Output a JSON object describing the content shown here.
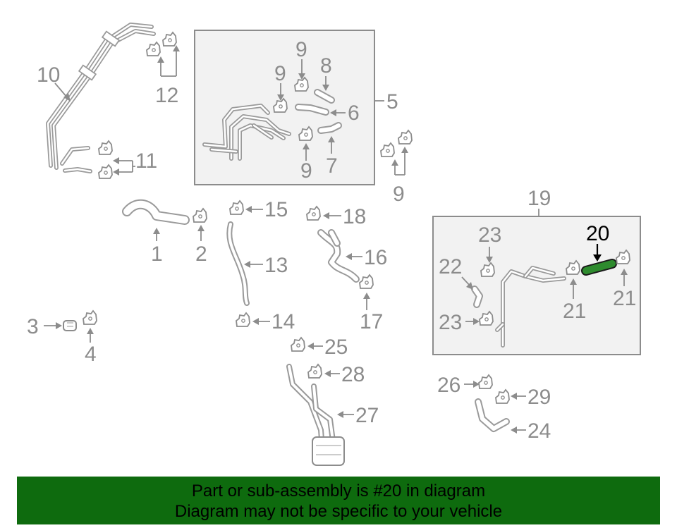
{
  "callouts": {
    "c1": "1",
    "c2": "2",
    "c3": "3",
    "c4": "4",
    "c5": "5",
    "c6": "6",
    "c7": "7",
    "c8": "8",
    "c9a": "9",
    "c9b": "9",
    "c9c": "9",
    "c9d": "9",
    "c10": "10",
    "c11": "11",
    "c12": "12",
    "c13": "13",
    "c14": "14",
    "c15": "15",
    "c16": "16",
    "c17": "17",
    "c18": "18",
    "c19": "19",
    "c20": "20",
    "c21a": "21",
    "c21b": "21",
    "c22": "22",
    "c23a": "23",
    "c23b": "23",
    "c24": "24",
    "c25": "25",
    "c26": "26",
    "c27": "27",
    "c28": "28",
    "c29": "29"
  },
  "highlight": {
    "part": "20",
    "color": "#2e8b2e"
  },
  "banner": {
    "line1": "Part or sub-assembly is #20 in diagram",
    "line2": "Diagram may not be specific to your vehicle",
    "background": "#0e6b0e"
  }
}
